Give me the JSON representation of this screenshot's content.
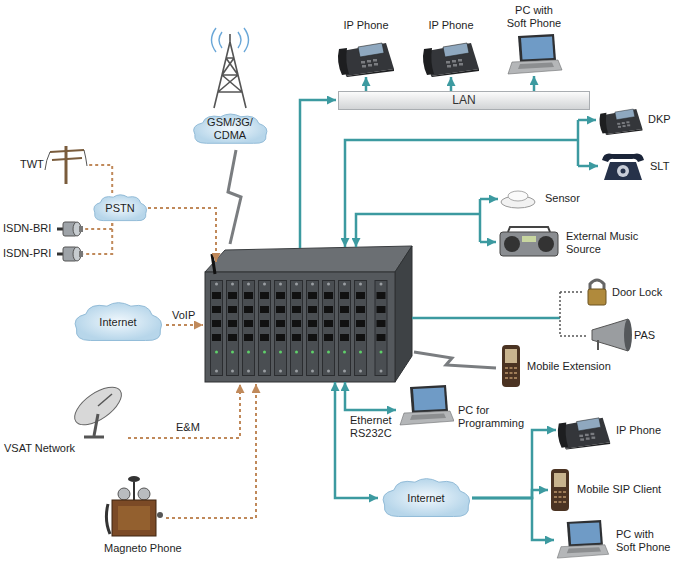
{
  "diagram": {
    "nodes": [
      {
        "text": [
          "GSM/3G/ CDMA"
        ]
      },
      {
        "text": [
          "IP Phone"
        ]
      },
      {
        "text": [
          "IP Phone"
        ]
      },
      {
        "text": [
          "PC with Soft Phone"
        ]
      },
      {
        "text": [
          "LAN"
        ]
      },
      {
        "text": [
          "TWT"
        ]
      },
      {
        "text": [
          "DKP"
        ]
      },
      {
        "text": [
          "PSTN"
        ]
      },
      {
        "text": [
          "SLT"
        ]
      },
      {
        "text": [
          "Sensor"
        ]
      },
      {
        "text": [
          "ISDN-BRI"
        ]
      },
      {
        "text": [
          "External Music Source"
        ]
      },
      {
        "text": [
          "ISDN-PRI"
        ]
      },
      {
        "text": [
          "Door Lock"
        ]
      },
      {
        "text": [
          "Internet"
        ]
      },
      {
        "text": [
          "PAS"
        ]
      },
      {
        "text": [
          "Mobile Extension"
        ]
      },
      {
        "text": [
          "PC for Programming"
        ]
      },
      {
        "text": [
          "VSAT Network"
        ]
      },
      {
        "text": [
          "IP Phone"
        ]
      },
      {
        "text": [
          "Internet"
        ]
      },
      {
        "text": [
          "Mobile SIP Client"
        ]
      },
      {
        "text": [
          "Magneto Phone"
        ]
      },
      {
        "text": [
          "PC with Soft Phone"
        ]
      }
    ],
    "edges": [
      {
        "from": 7,
        "to": 5,
        "arrow": "none"
      },
      {
        "from": 7,
        "to": 10,
        "arrow": "none"
      },
      {
        "from": 7,
        "to": 12,
        "arrow": "none"
      },
      {
        "from": 4,
        "to": 1,
        "arrow": "to"
      },
      {
        "from": 4,
        "to": 2,
        "arrow": "to"
      },
      {
        "from": 4,
        "to": 3,
        "arrow": "to"
      },
      {
        "from": 20,
        "to": 19,
        "arrow": "to"
      },
      {
        "from": 20,
        "to": 21,
        "arrow": "to"
      },
      {
        "from": 20,
        "to": 23,
        "arrow": "to"
      }
    ],
    "labels": [
      "VoIP",
      "E&M",
      "Ethernet RS232C"
    ]
  }
}
